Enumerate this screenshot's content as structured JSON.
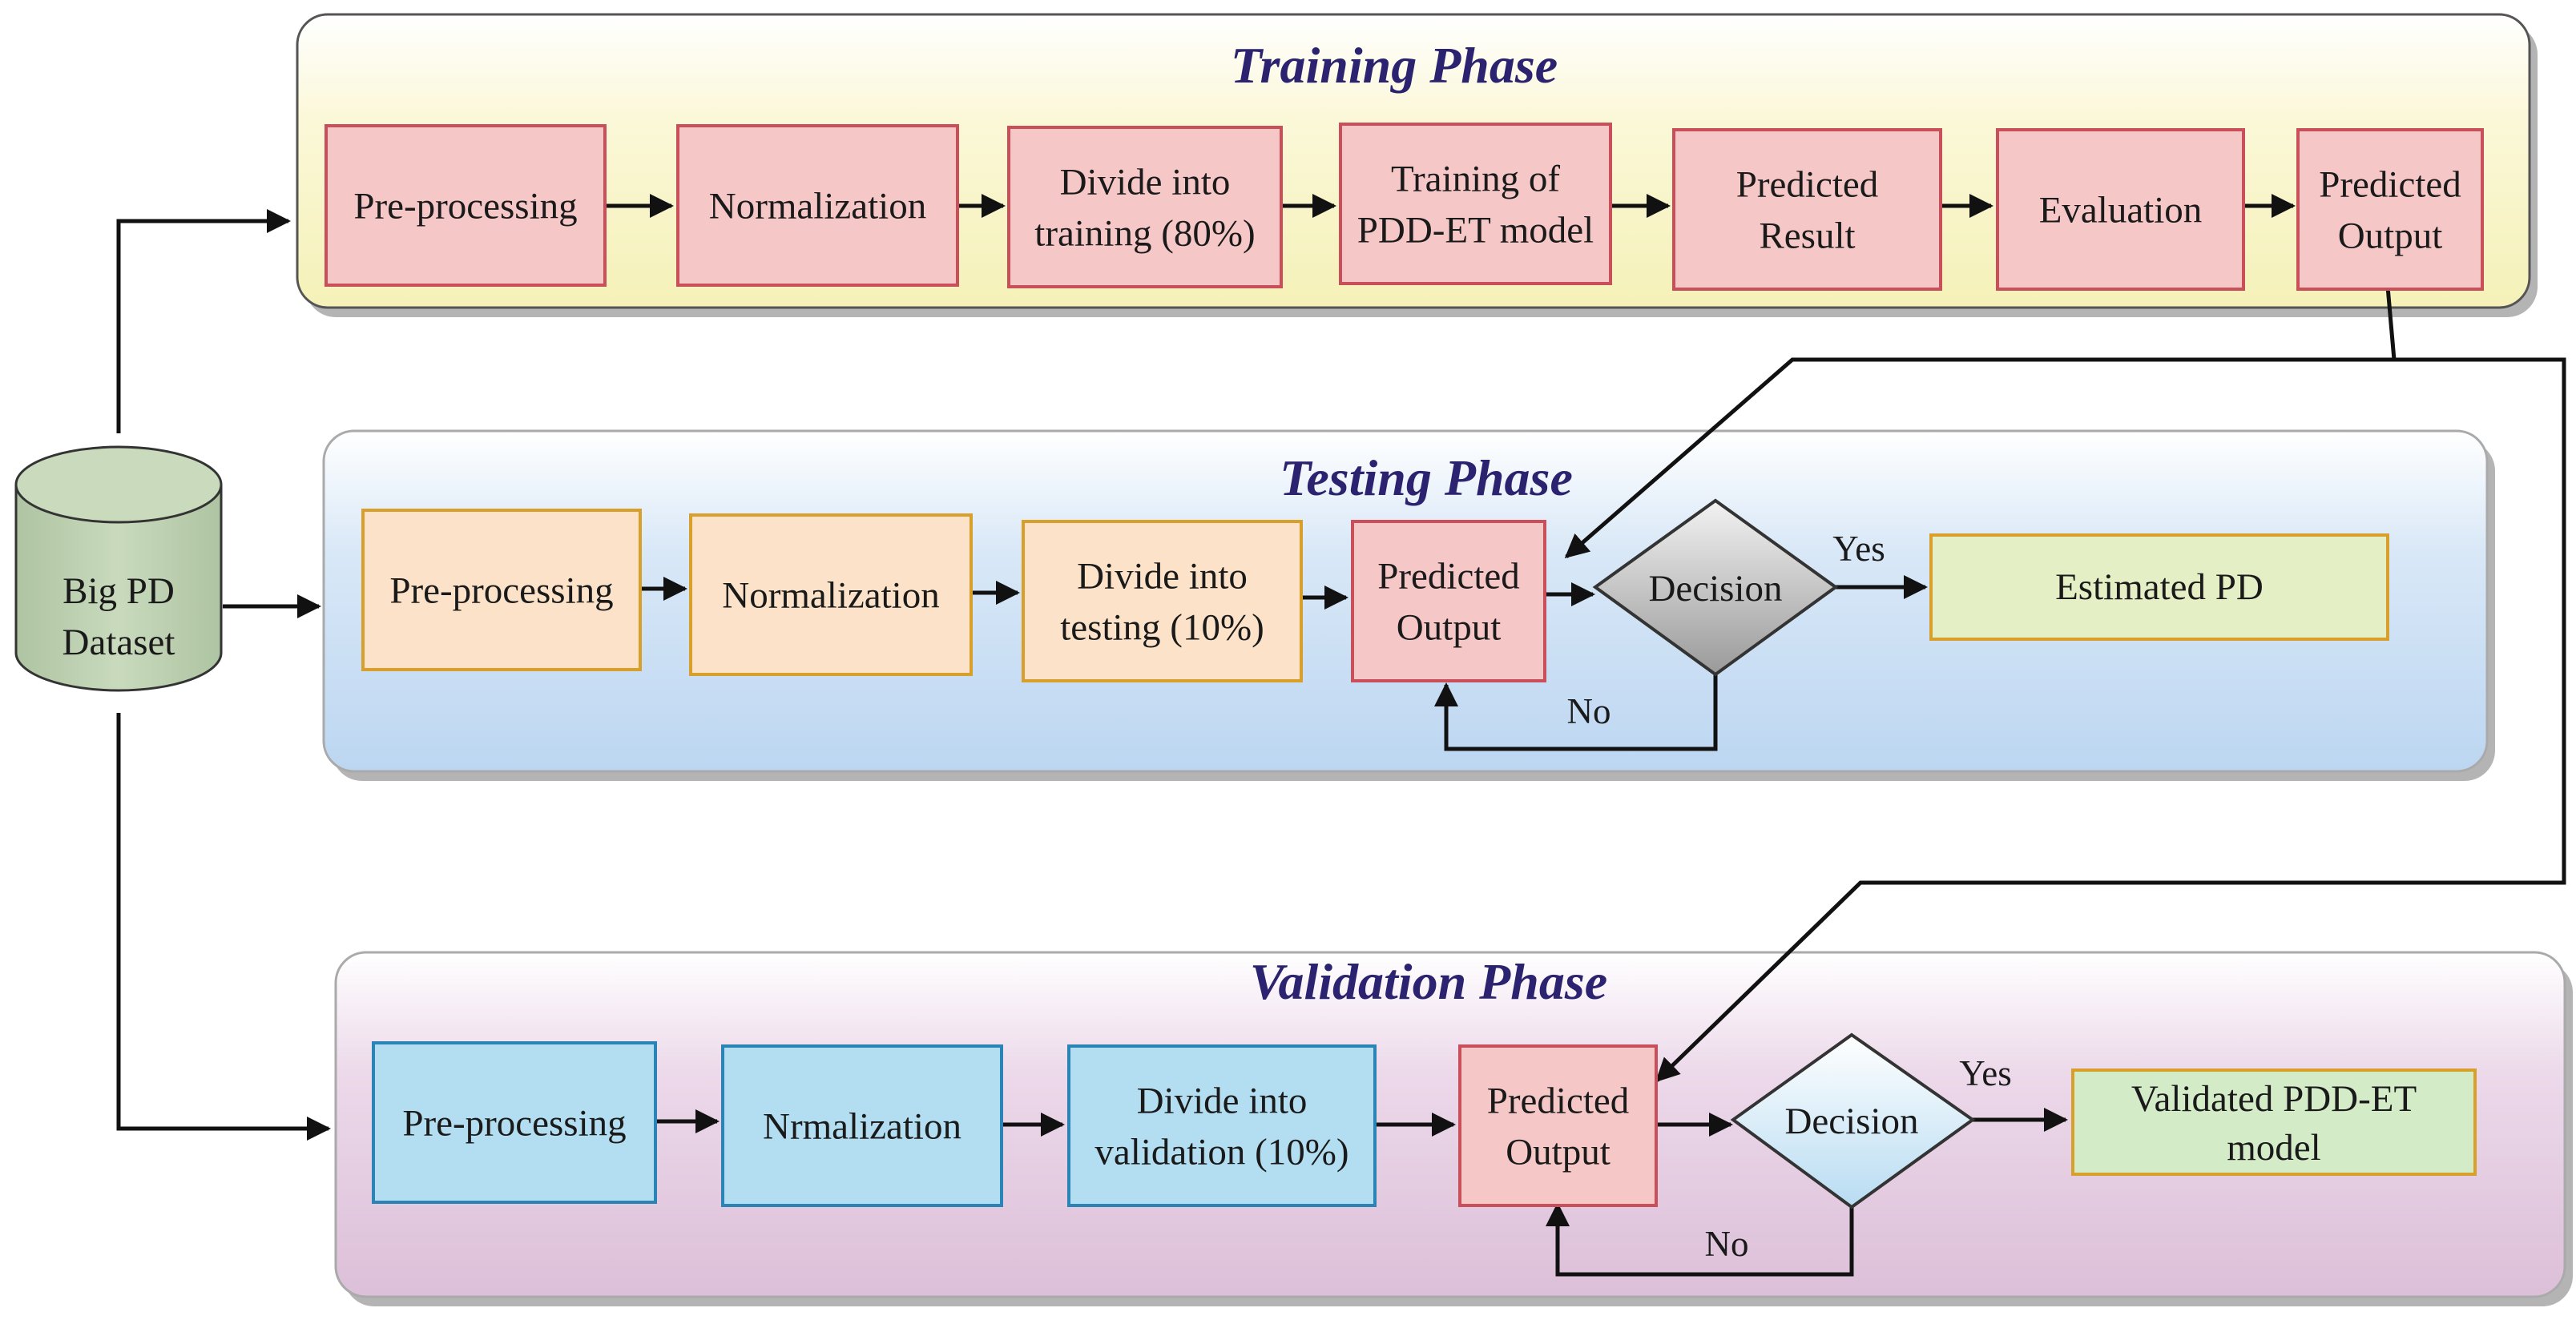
{
  "dataset": {
    "line1": "Big PD",
    "line2": "Dataset"
  },
  "training": {
    "title": "Training Phase",
    "steps": [
      {
        "line1": "Pre-processing",
        "line2": ""
      },
      {
        "line1": "Normalization",
        "line2": ""
      },
      {
        "line1": "Divide into",
        "line2": "training (80%)"
      },
      {
        "line1": "Training of",
        "line2": "PDD-ET model"
      },
      {
        "line1": "Predicted",
        "line2": "Result"
      },
      {
        "line1": "Evaluation",
        "line2": ""
      },
      {
        "line1": "Predicted",
        "line2": "Output"
      }
    ]
  },
  "testing": {
    "title": "Testing Phase",
    "steps": [
      {
        "line1": "Pre-processing",
        "line2": ""
      },
      {
        "line1": "Normalization",
        "line2": ""
      },
      {
        "line1": "Divide into",
        "line2": "testing (10%)"
      },
      {
        "line1": "Predicted",
        "line2": "Output"
      }
    ],
    "decision": "Decision",
    "yes": "Yes",
    "no": "No",
    "result": "Estimated PD"
  },
  "validation": {
    "title": "Validation Phase",
    "steps": [
      {
        "line1": "Pre-processing",
        "line2": ""
      },
      {
        "line1": "Nrmalization",
        "line2": ""
      },
      {
        "line1": "Divide into",
        "line2": "validation (10%)"
      },
      {
        "line1": "Predicted",
        "line2": "Output"
      }
    ],
    "decision": "Decision",
    "yes": "Yes",
    "no": "No",
    "result": {
      "line1": "Validated PDD-ET",
      "line2": "model"
    }
  }
}
